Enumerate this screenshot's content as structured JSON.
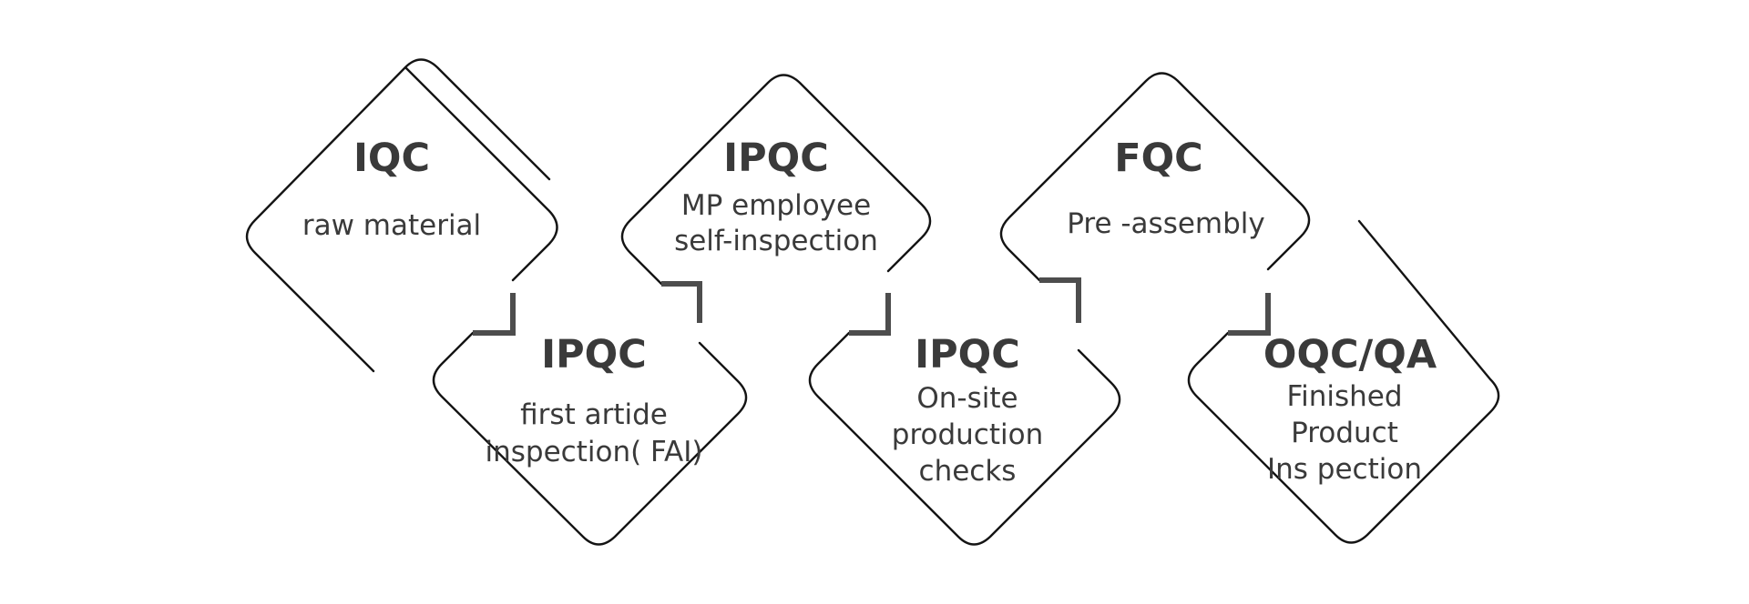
{
  "nodes": [
    {
      "id": "iqc",
      "title": "IQC",
      "description": [
        "raw material"
      ]
    },
    {
      "id": "ipqc-fai",
      "title": "IPQC",
      "description": [
        "first artide",
        "inspection( FAI)"
      ]
    },
    {
      "id": "ipqc-self",
      "title": "IPQC",
      "description": [
        "MP employee",
        "self-inspection"
      ]
    },
    {
      "id": "ipqc-onsite",
      "title": "IPQC",
      "description": [
        "On-site",
        "production",
        "checks"
      ]
    },
    {
      "id": "fqc",
      "title": "FQC",
      "description": [
        "Pre -assembly"
      ]
    },
    {
      "id": "oqc-qa",
      "title": "OQC/QA",
      "description": [
        "Finished",
        "Product",
        "Ins pection"
      ]
    }
  ],
  "colors": {
    "outline": "#141414",
    "notch": "#4d4d4d",
    "text": "#3a3a3a",
    "background": "#ffffff"
  }
}
